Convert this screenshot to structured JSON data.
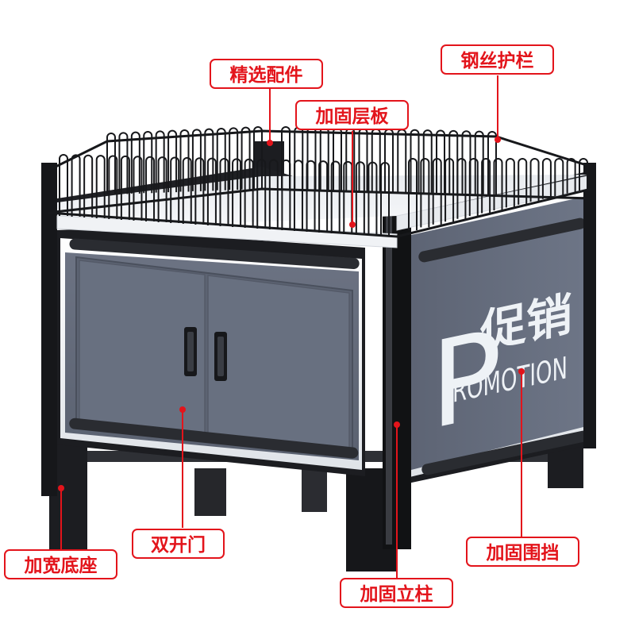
{
  "product": {
    "sign_letter": "P",
    "sign_cn": "促销",
    "sign_en": "ROMOTION"
  },
  "callouts": {
    "accessories": "精选配件",
    "guardrail": "钢丝护栏",
    "shelf": "加固层板",
    "double_door": "双开门",
    "wide_base": "加宽底座",
    "panel": "加固围挡",
    "column": "加固立柱"
  },
  "colors": {
    "accent": "#e3141b",
    "frame": "#1c1d21",
    "panel": "#5f6675",
    "panel_light": "#6b7384",
    "trim": "#f2f4f7"
  }
}
